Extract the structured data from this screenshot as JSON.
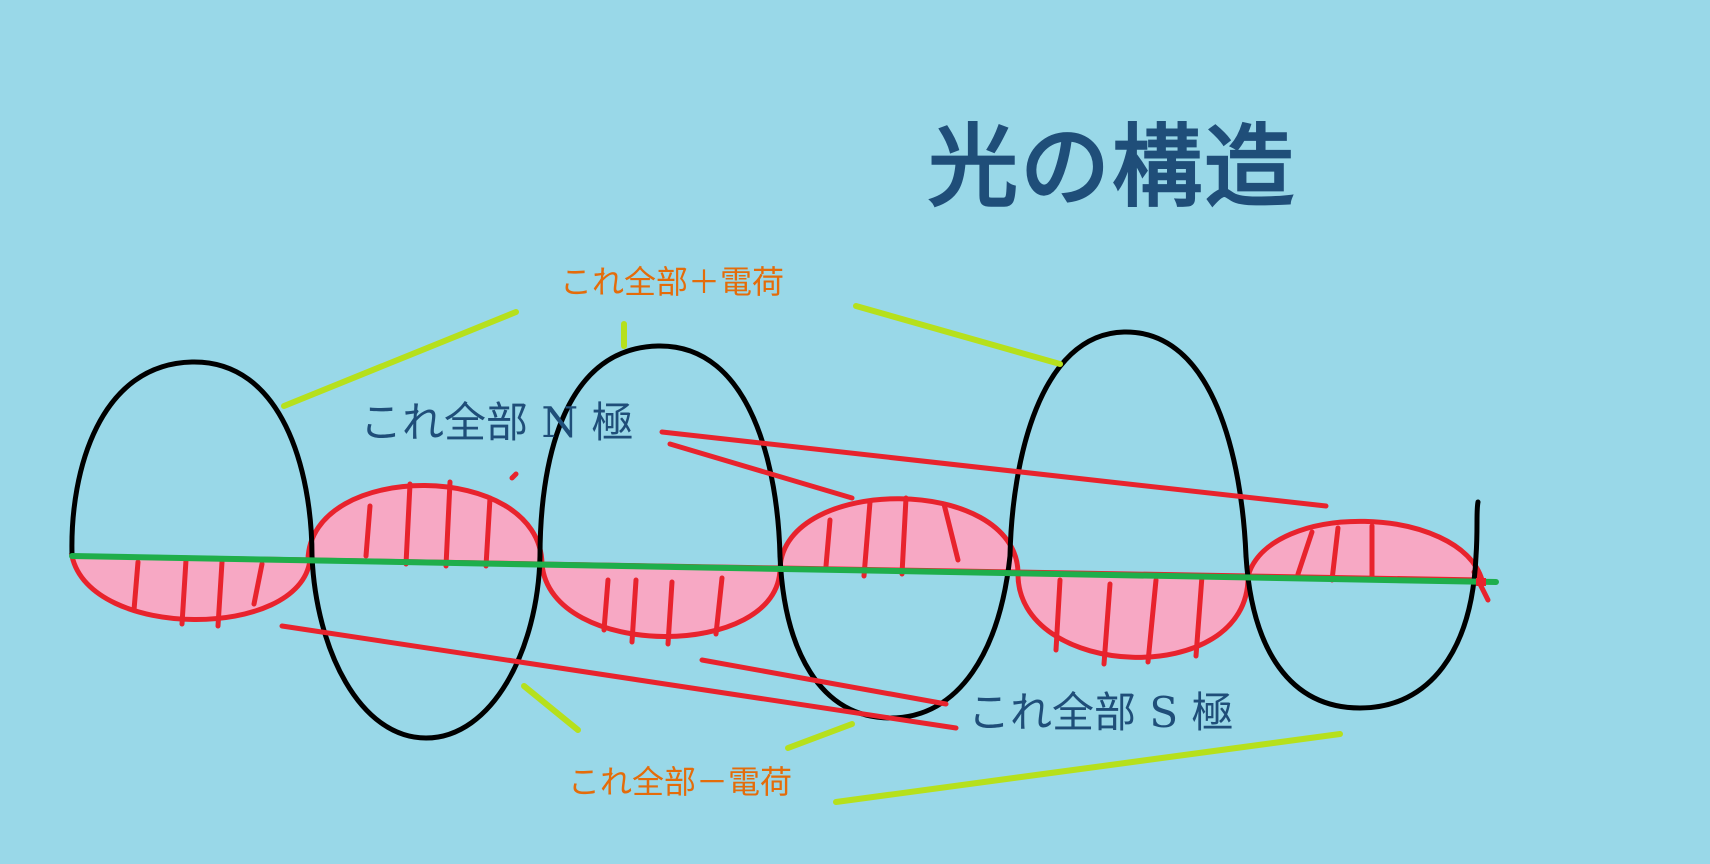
{
  "title": "光の構造",
  "labels": {
    "positive_charge": "これ全部＋電荷",
    "n_pole": "これ全部 N 極",
    "s_pole": "これ全部 S 極",
    "negative_charge": "これ全部－電荷"
  },
  "colors": {
    "background": "#99d8e8",
    "electric_wave": "#000000",
    "magnetic_wave": "#e8232d",
    "magnetic_fill": "#f7a8c4",
    "axis": "#1fae4b",
    "charge_pointer": "#b6e01c",
    "pole_pointer": "#e8232d",
    "title_text": "#1f4e79",
    "charge_text": "#e46c0a"
  }
}
